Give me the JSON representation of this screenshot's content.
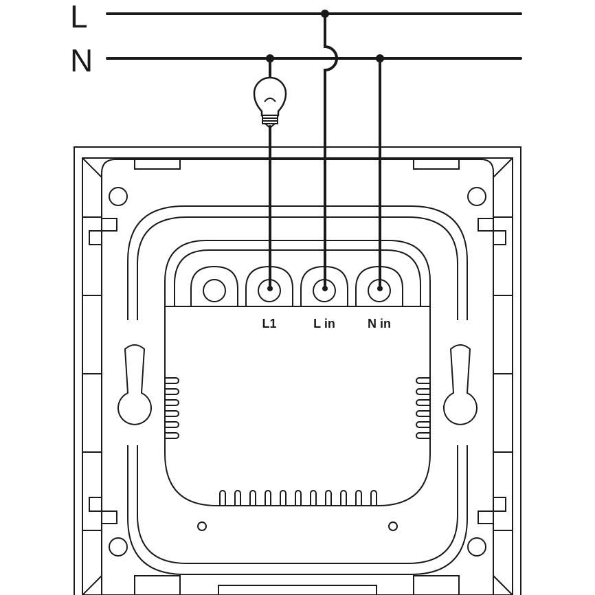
{
  "lines": {
    "live_label": "L",
    "neutral_label": "N"
  },
  "terminals": {
    "l1": "L1",
    "l_in": "L in",
    "n_in": "N in"
  },
  "colors": {
    "stroke": "#1a1a1a",
    "background": "#ffffff"
  },
  "icons": {
    "lamp": "light-bulb-icon"
  }
}
